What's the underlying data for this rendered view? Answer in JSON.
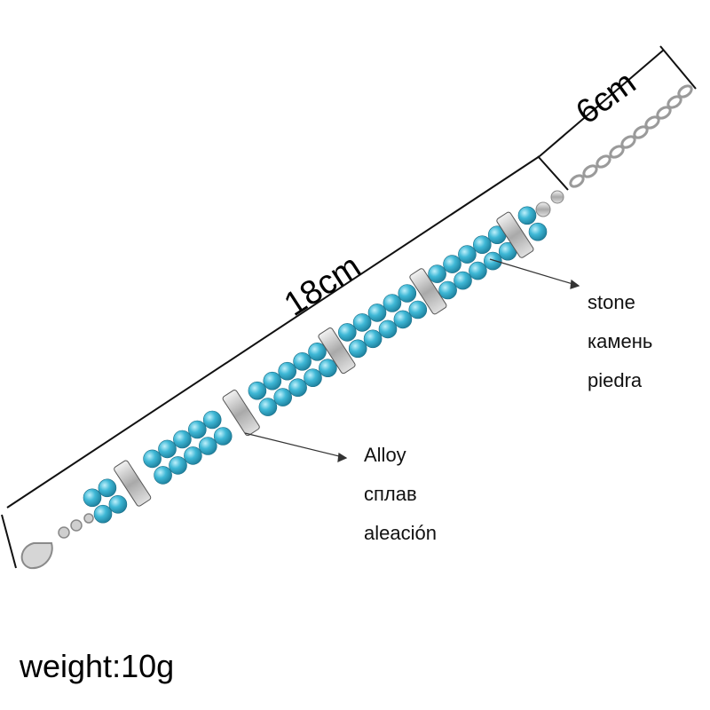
{
  "measurements": {
    "length_main": "18cm",
    "length_extension": "6cm"
  },
  "callouts": {
    "stone": [
      "stone",
      "камень",
      "piedra"
    ],
    "alloy": [
      "Alloy",
      "сплав",
      "aleación"
    ]
  },
  "weight": "weight:10g",
  "colors": {
    "turquoise": "#3fb8d6",
    "silver": "#c9c9c9",
    "line": "#111111"
  }
}
